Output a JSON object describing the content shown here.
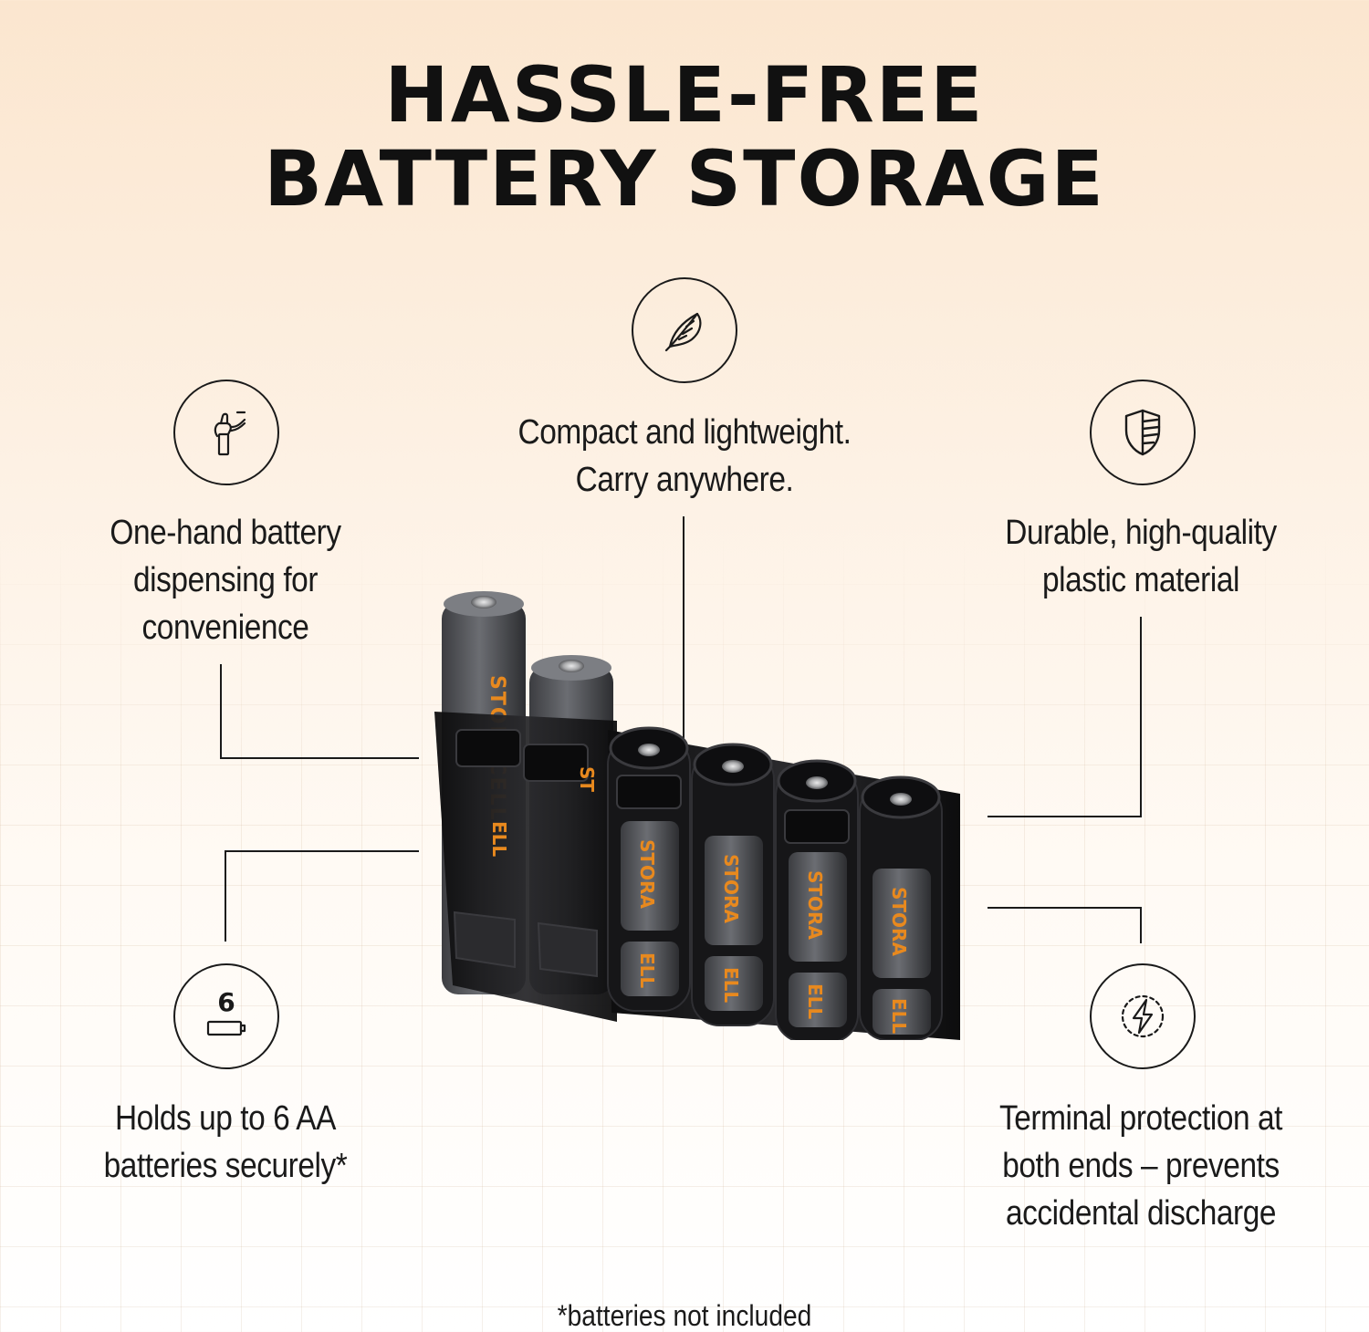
{
  "title": {
    "line1": "HASSLE-FREE",
    "line2": "BATTERY STORAGE"
  },
  "features": {
    "compact": {
      "icon": "feather-icon",
      "line1": "Compact and lightweight.",
      "line2": "Carry anywhere."
    },
    "one_hand": {
      "icon": "hand-dispense-icon",
      "line1": "One-hand battery",
      "line2": "dispensing for",
      "line3": "convenience"
    },
    "durable": {
      "icon": "shield-icon",
      "line1": "Durable, high-quality",
      "line2": "plastic material"
    },
    "holds": {
      "icon": "battery-count-icon",
      "badge": "6",
      "line1": "Holds up to 6 AA",
      "line2": "batteries securely*"
    },
    "terminal": {
      "icon": "lightning-icon",
      "line1": "Terminal protection at",
      "line2": "both ends – prevents",
      "line3": "accidental discharge"
    }
  },
  "product": {
    "brand_on_battery": "STORACELL"
  },
  "footnote": "*batteries not included",
  "colors": {
    "accent": "#e8891e",
    "ink": "#111111",
    "case": "#1b1b1d",
    "battery": "#5d5f64"
  }
}
